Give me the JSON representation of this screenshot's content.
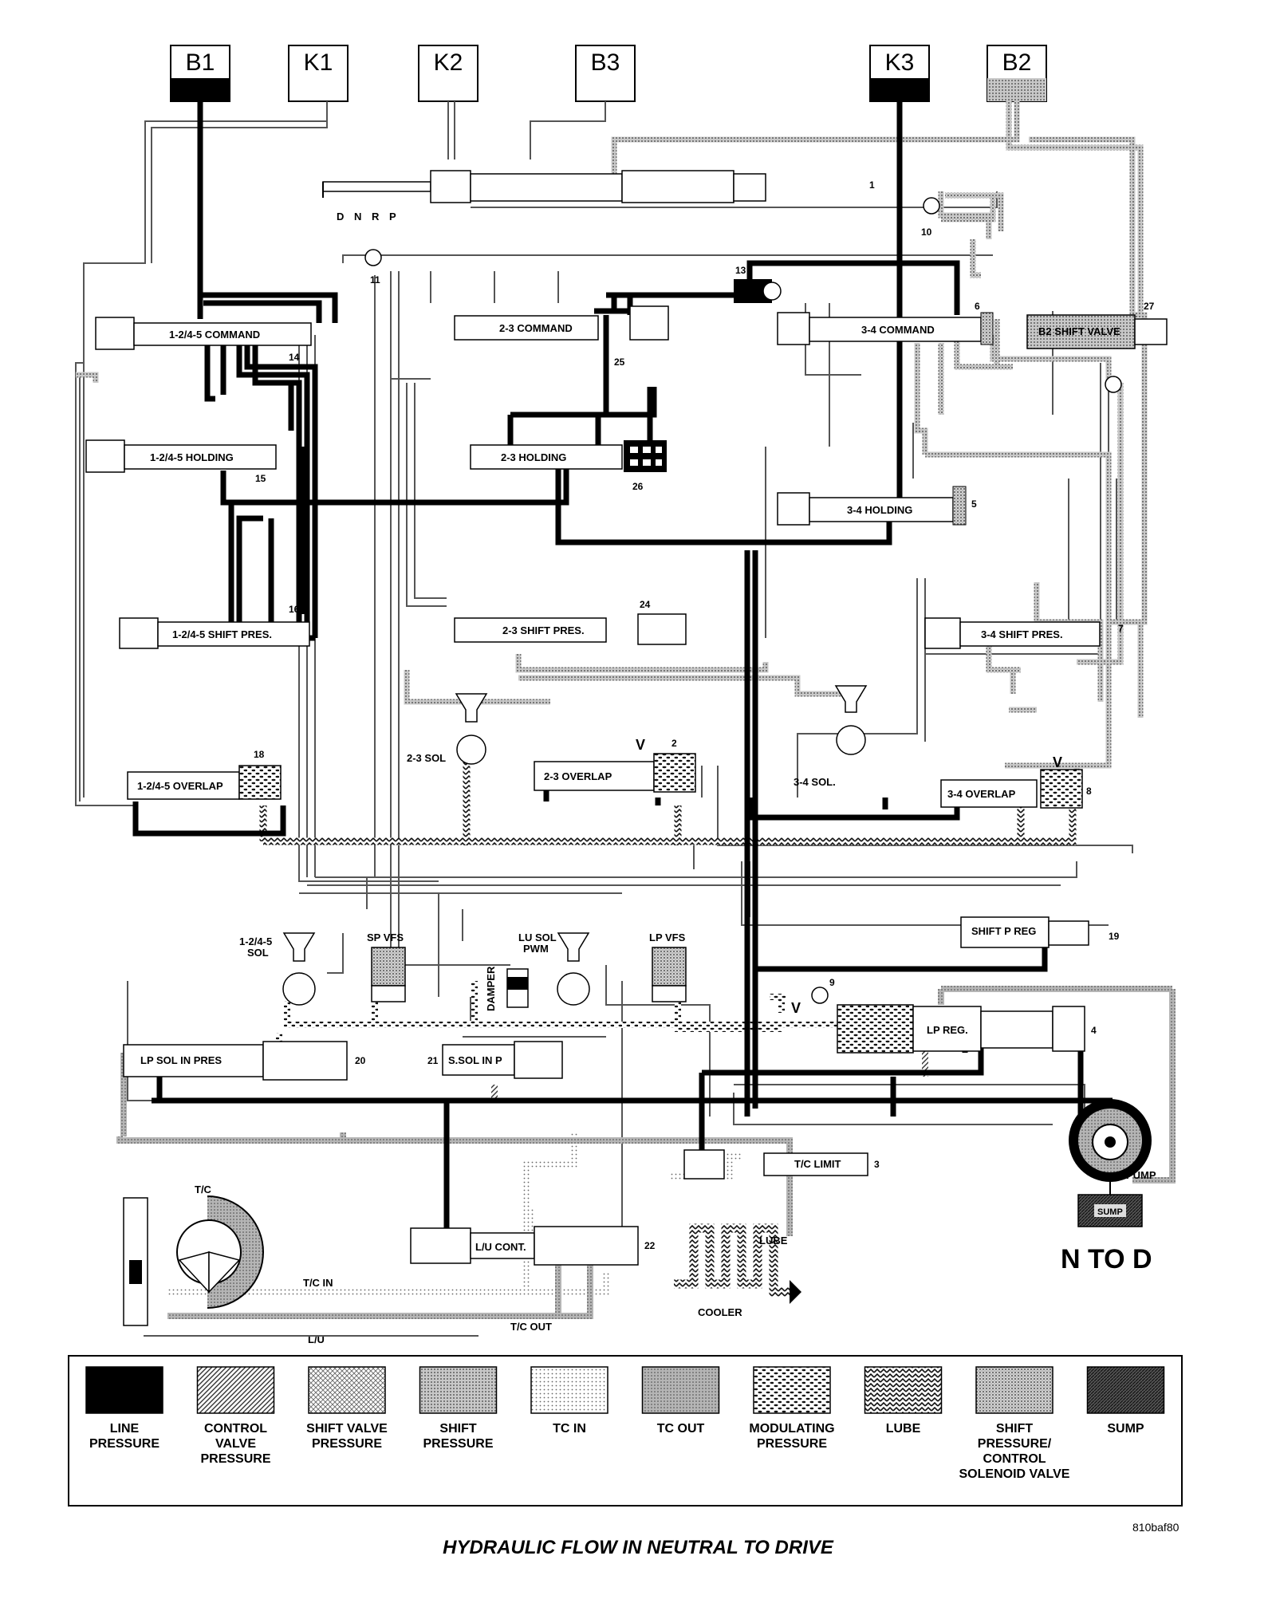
{
  "title": "HYDRAULIC FLOW IN NEUTRAL TO DRIVE",
  "mode_label": "N TO D",
  "figure_id": "810baf80",
  "colors": {
    "line": "#000000",
    "control": "#8a8a8a",
    "shift_valve": "#bdbdbd",
    "shift": "#a9a9a9",
    "tc_in": "#e2e2e2",
    "tc_out": "#9c9c9c",
    "modulating": "#6e6e6e",
    "lube": "#5a5a5a",
    "shift_sol": "#b0b0b0",
    "sump": "#3c3c3c"
  },
  "tanks": [
    {
      "id": "B1",
      "label": "B1"
    },
    {
      "id": "K1",
      "label": "K1"
    },
    {
      "id": "K2",
      "label": "K2"
    },
    {
      "id": "B3",
      "label": "B3"
    },
    {
      "id": "K3",
      "label": "K3"
    },
    {
      "id": "B2",
      "label": "B2"
    }
  ],
  "manual_valve": {
    "positions": [
      "D",
      "N",
      "R",
      "P"
    ]
  },
  "valves": [
    {
      "id": "v1245cmd",
      "label": "1-2/4-5 COMMAND",
      "num": "14"
    },
    {
      "id": "v23cmd",
      "label": "2-3 COMMAND",
      "num": "25"
    },
    {
      "id": "v34cmd",
      "label": "3-4 COMMAND",
      "num": "6"
    },
    {
      "id": "vb2shift",
      "label": "B2 SHIFT VALVE",
      "num": "27"
    },
    {
      "id": "v1245hold",
      "label": "1-2/4-5 HOLDING",
      "num": "15"
    },
    {
      "id": "v23hold",
      "label": "2-3 HOLDING",
      "num": "26"
    },
    {
      "id": "v34hold",
      "label": "3-4 HOLDING",
      "num": "5"
    },
    {
      "id": "v1245sp",
      "label": "1-2/4-5 SHIFT PRES.",
      "num": "16"
    },
    {
      "id": "v23sp",
      "label": "2-3 SHIFT PRES.",
      "num": "24"
    },
    {
      "id": "v34sp",
      "label": "3-4 SHIFT PRES.",
      "num": "7"
    },
    {
      "id": "v1245ov",
      "label": "1-2/4-5 OVERLAP",
      "num": "18"
    },
    {
      "id": "v23ov",
      "label": "2-3 OVERLAP",
      "num": "2"
    },
    {
      "id": "v34ov",
      "label": "3-4 OVERLAP",
      "num": "8"
    },
    {
      "id": "vspreg",
      "label": "SHIFT P REG",
      "num": "19"
    },
    {
      "id": "vlpsol",
      "label": "LP SOL IN PRES",
      "num": "20"
    },
    {
      "id": "vssol",
      "label": "S.SOL IN P",
      "num": "21"
    },
    {
      "id": "vlpreg",
      "label": "LP REG.",
      "num": "4"
    },
    {
      "id": "vtclimit",
      "label": "T/C LIMIT",
      "num": "3"
    },
    {
      "id": "vlucont",
      "label": "L/U CONT.",
      "num": "22"
    }
  ],
  "check_balls": [
    "1",
    "9",
    "10",
    "11",
    "13"
  ],
  "solenoids": [
    {
      "id": "sol23",
      "label": "2-3 SOL"
    },
    {
      "id": "sol34",
      "label": "3-4 SOL."
    },
    {
      "id": "sol1245",
      "label": "1-2/4-5\nSOL"
    },
    {
      "id": "spvfs",
      "label": "SP VFS"
    },
    {
      "id": "lusol",
      "label": "LU SOL\nPWM"
    },
    {
      "id": "lpvfs",
      "label": "LP VFS"
    },
    {
      "id": "damper",
      "label": "DAMPER"
    }
  ],
  "labels": {
    "pump": "PUMP",
    "sump": "SUMP",
    "tc": "T/C",
    "tc_in": "T/C IN",
    "tc_out": "T/C OUT",
    "lu": "L/U",
    "cooler": "COOLER",
    "lube": "LUBE",
    "v_mark": "V"
  },
  "legend": [
    {
      "key": "line",
      "label": "LINE\nPRESSURE"
    },
    {
      "key": "control",
      "label": "CONTROL\nVALVE\nPRESSURE"
    },
    {
      "key": "shift_valve",
      "label": "SHIFT VALVE\nPRESSURE"
    },
    {
      "key": "shift",
      "label": "SHIFT\nPRESSURE"
    },
    {
      "key": "tc_in",
      "label": "TC IN"
    },
    {
      "key": "tc_out",
      "label": "TC OUT"
    },
    {
      "key": "modulating",
      "label": "MODULATING\nPRESSURE"
    },
    {
      "key": "lube",
      "label": "LUBE"
    },
    {
      "key": "shift_sol",
      "label": "SHIFT\nPRESSURE/\nCONTROL\nSOLENOID VALVE"
    },
    {
      "key": "sump",
      "label": "SUMP"
    }
  ]
}
